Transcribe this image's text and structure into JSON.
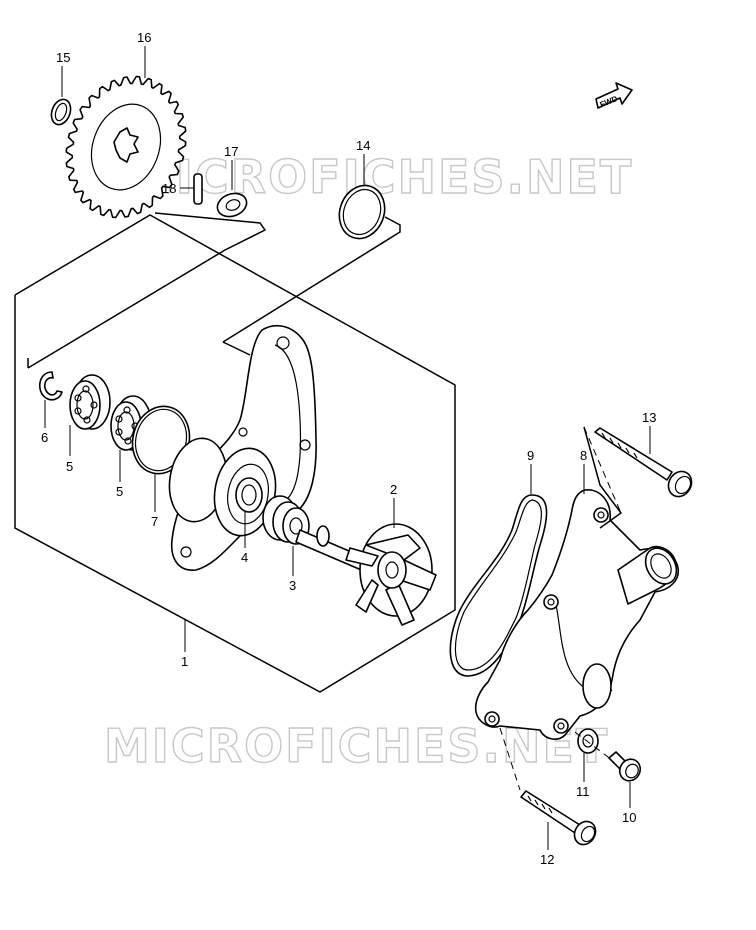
{
  "watermark": "MICROFICHES.NET",
  "fwd_label": "FWD",
  "callouts": {
    "c1": "1",
    "c2": "2",
    "c3": "3",
    "c4": "4",
    "c5a": "5",
    "c5b": "5",
    "c6": "6",
    "c7": "7",
    "c8": "8",
    "c9": "9",
    "c10": "10",
    "c11": "11",
    "c12": "12",
    "c13": "13",
    "c14": "14",
    "c15": "15",
    "c16": "16",
    "c17": "17",
    "c18": "18"
  }
}
